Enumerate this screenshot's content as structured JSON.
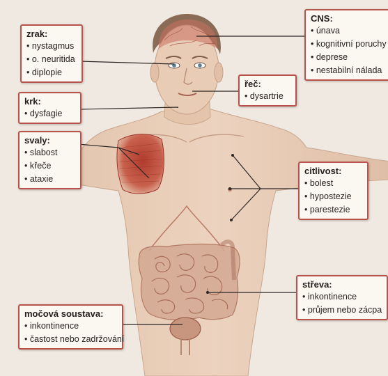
{
  "colors": {
    "accent": "#b8524a",
    "skin": "#e7c9b1",
    "muscle": "#b6493a",
    "intestine": "#c9957e"
  },
  "labels": [
    {
      "key": "cns",
      "title": "CNS:",
      "items": [
        "únava",
        "kognitivní poruchy",
        "deprese",
        "nestabilní nálada"
      ]
    },
    {
      "key": "zrak",
      "title": "zrak:",
      "items": [
        "nystagmus",
        "o. neuritida",
        "diplopie"
      ]
    },
    {
      "key": "krk",
      "title": "krk:",
      "items": [
        "dysfagie"
      ]
    },
    {
      "key": "rec",
      "title": "řeč:",
      "items": [
        "dysartrie"
      ]
    },
    {
      "key": "svaly",
      "title": "svaly:",
      "items": [
        "slabost",
        "křeče",
        "ataxie"
      ]
    },
    {
      "key": "citlivost",
      "title": "citlivost:",
      "items": [
        "bolest",
        "hypostezie",
        "parestezie"
      ]
    },
    {
      "key": "streva",
      "title": "střeva:",
      "items": [
        "inkontinence",
        "průjem nebo zácpa"
      ]
    },
    {
      "key": "mocova",
      "title": "močová soustava:",
      "items": [
        "inkontinence",
        "častost nebo zadržování"
      ]
    }
  ]
}
